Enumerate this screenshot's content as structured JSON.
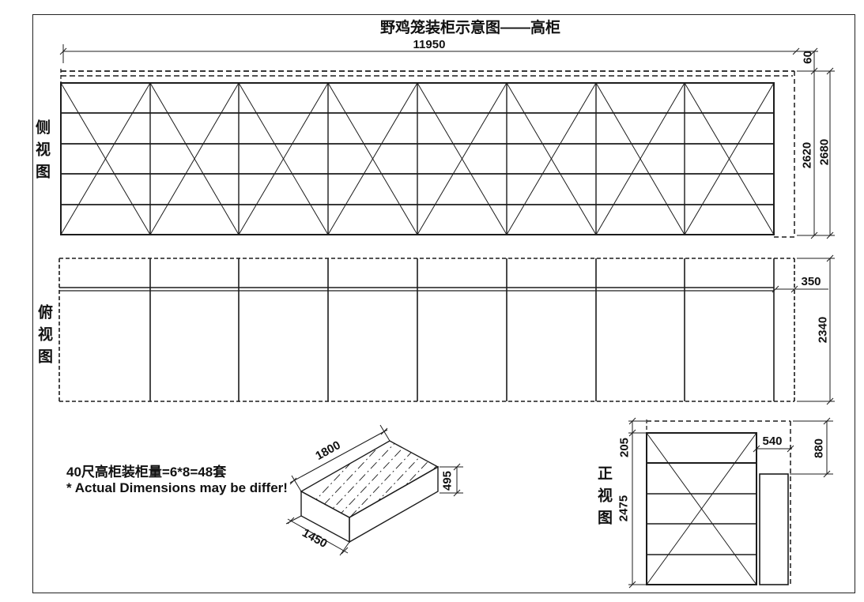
{
  "title": "野鸡笼装柜示意图——高柜",
  "side_view": {
    "label": "侧视图",
    "container_length": "11950",
    "top_gap": "60",
    "inner_height": "2620",
    "outer_height": "2680"
  },
  "top_view": {
    "label": "俯视图",
    "front_strip": "350",
    "depth": "2340"
  },
  "front_view": {
    "label": "正视图",
    "top_gap": "205",
    "stack_height": "2475",
    "side_gap_width": "540",
    "side_gap_height": "880"
  },
  "cage_box": {
    "length": "1800",
    "width": "1450",
    "height": "495"
  },
  "notes": {
    "capacity": "40尺高柜装柜量=6*8=48套",
    "disclaimer": "* Actual Dimensions may be differ!"
  },
  "colors": {
    "line": "#1c1c1c",
    "background": "#ffffff"
  }
}
